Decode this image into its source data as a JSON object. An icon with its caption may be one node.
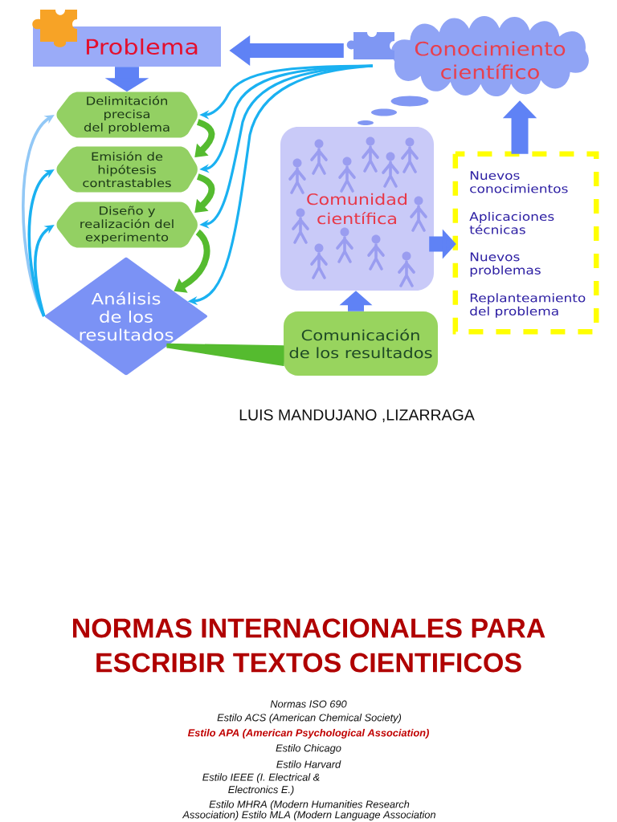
{
  "diagram": {
    "title": "NORMAS INTERNACIONALES PARA ESCRIBIR TEXTOS CIENTIFICOS",
    "nodes": [
      {
        "text": [
          "Problema"
        ]
      },
      {
        "text": [
          "Delimitación precisa del problema"
        ]
      },
      {
        "text": [
          "Emisión de hipótesis contrastables"
        ]
      },
      {
        "text": [
          "Diseño y realización del experimento"
        ]
      },
      {
        "text": [
          "Análisis de los resultados"
        ]
      },
      {
        "text": [
          "Comunicación de los resultados"
        ]
      },
      {
        "text": [
          "Comunidad científica"
        ]
      },
      {
        "text": [
          "Nuevos conocimientos",
          "Aplicaciones técnicas",
          "Nuevos problemas",
          "Replanteamiento del problema"
        ]
      },
      {
        "text": [
          "Conocimiento científico"
        ]
      }
    ],
    "edges": [
      {
        "from": 8,
        "to": 0,
        "arrow": "to",
        "style": "thick",
        "color": "#5f82f5"
      },
      {
        "from": 0,
        "to": 1,
        "arrow": "to",
        "style": "thick",
        "color": "#5f82f5"
      },
      {
        "from": 1,
        "to": 2,
        "arrow": "to",
        "color": "#55bb2f"
      },
      {
        "from": 2,
        "to": 3,
        "arrow": "to",
        "color": "#55bb2f"
      },
      {
        "from": 3,
        "to": 4,
        "arrow": "to",
        "color": "#55bb2f"
      },
      {
        "from": 4,
        "to": 5,
        "arrow": "none",
        "color": "#55bb2f"
      },
      {
        "from": 5,
        "to": 6,
        "arrow": "to",
        "style": "thick",
        "color": "#5f82f5"
      },
      {
        "from": 6,
        "to": 7,
        "arrow": "to",
        "style": "thick",
        "color": "#5f82f5"
      },
      {
        "from": 7,
        "to": 8,
        "arrow": "to",
        "style": "thick",
        "color": "#5f82f5"
      },
      {
        "from": 8,
        "to": 1,
        "arrow": "to"
      },
      {
        "from": 8,
        "to": 2,
        "arrow": "to"
      },
      {
        "from": 8,
        "to": 3,
        "arrow": "to"
      },
      {
        "from": 8,
        "to": 4,
        "arrow": "to"
      },
      {
        "from": 4,
        "to": 1,
        "arrow": "to",
        "color": "#92c8f6"
      },
      {
        "from": 4,
        "to": 2,
        "arrow": "to"
      },
      {
        "from": 4,
        "to": 3,
        "arrow": "to"
      }
    ],
    "labels": [
      "LUIS MANDUJANO ,LIZARRAGA",
      "Normas ISO 690",
      "Estilo ACS (American Chemical Society)",
      "Estilo APA (American Psychological Association)",
      "Estilo Chicago",
      "Estilo Harvard",
      "Estilo IEEE (I. Electrical & Electronics E.)",
      "Estilo MHRA (Modern Humanities Research",
      "Association) Estilo MLA (Modern Language Association"
    ]
  }
}
